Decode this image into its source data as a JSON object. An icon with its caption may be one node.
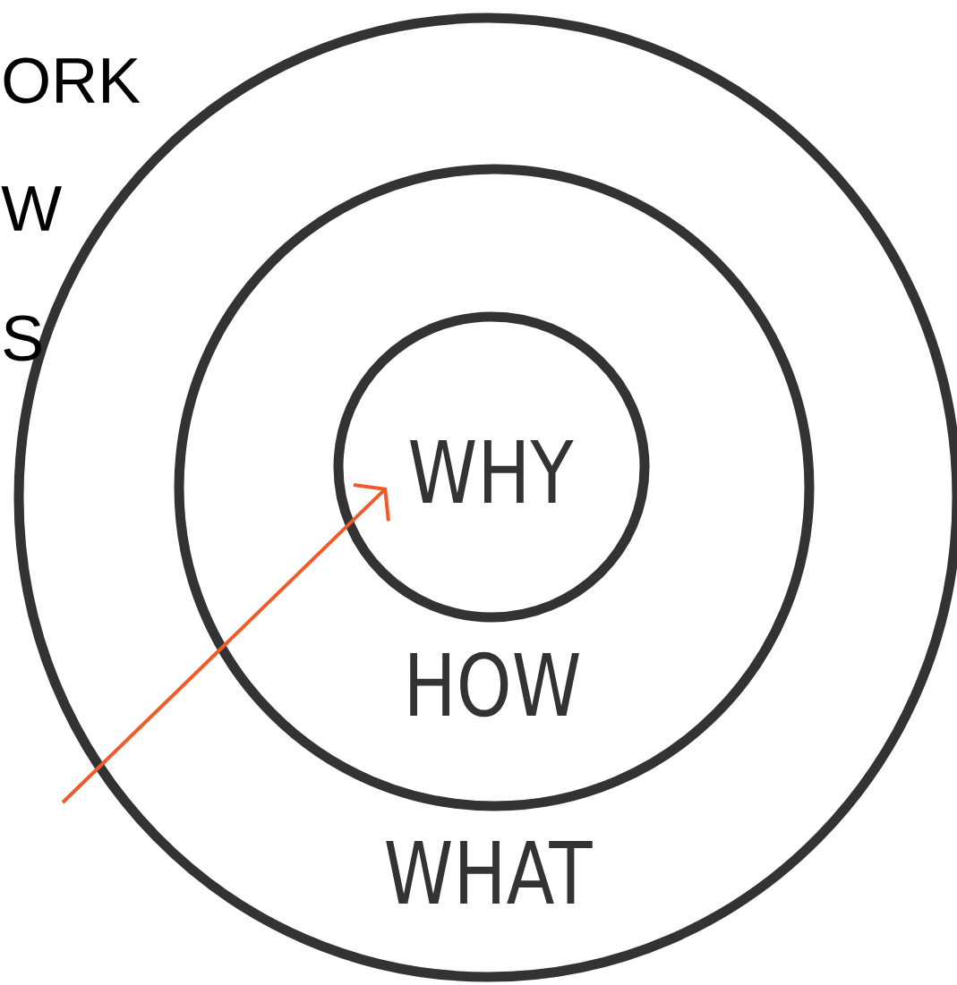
{
  "diagram": {
    "nodes": [
      {
        "text": [
          "WHAT"
        ]
      },
      {
        "text": [
          "HOW"
        ],
        "in": 0
      },
      {
        "text": [
          "WHY"
        ],
        "in": 1
      }
    ],
    "edges": [
      {
        "from": null,
        "to": 2,
        "arrow": "to",
        "color": "#f15a29"
      }
    ],
    "labels": [
      "ORK",
      "W",
      "S"
    ]
  }
}
